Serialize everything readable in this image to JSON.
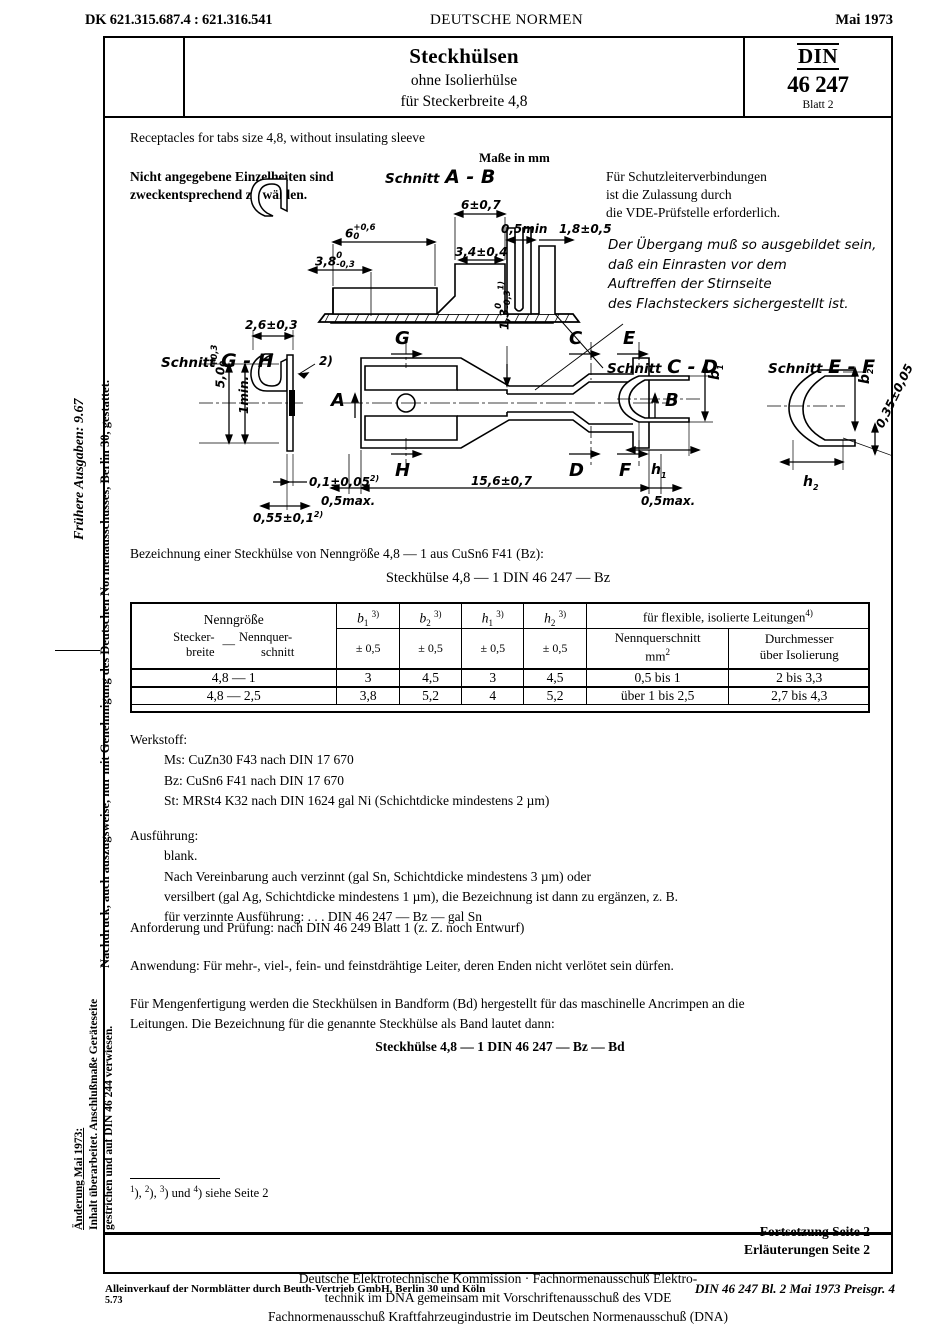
{
  "header": {
    "dk": "DK 621.315.687.4 : 621.316.541",
    "standard_body": "DEUTSCHE NORMEN",
    "date": "Mai 1973"
  },
  "titleblock": {
    "title": "Steckhülsen",
    "subtitle1": "ohne Isolierhülse",
    "subtitle2": "für Steckerbreite 4,8",
    "din_label": "DIN",
    "din_number": "46 247",
    "sheet": "Blatt 2"
  },
  "intro": {
    "english": "Receptacles for tabs size 4,8, without insulating sleeve",
    "note_left_l1": "Nicht angegebene Einzelheiten sind",
    "note_left_l2": "zweckentsprechend zu wählen.",
    "units": "Maße in mm",
    "note_right_l1": "Für Schutzleiterverbindungen",
    "note_right_l2": "ist die Zulassung durch",
    "note_right_l3": "die VDE-Prüfstelle erforderlich.",
    "italic_note_l1": "Der Übergang muß so ausgebildet sein,",
    "italic_note_l2": "daß ein Einrasten vor dem",
    "italic_note_l3": "Auftreffen der Stirnseite",
    "italic_note_l4": "des Flachsteckers sichergestellt ist."
  },
  "drawing": {
    "section_ab_word": "Schnitt",
    "section_ab_ids": "A - B",
    "section_gh_word": "Schnitt",
    "section_gh_ids": "G - H",
    "section_cd_word": "Schnitt",
    "section_cd_ids": "C - D",
    "section_ef_word": "Schnitt",
    "section_ef_ids": "E - F",
    "dims": {
      "d_6_07": "6±0,7",
      "d_05min": "0,5min",
      "d_18_05": "1,8±0,5",
      "d_34_04": "3,4±0,4",
      "d_6_plus06": "6",
      "d_6_plus06_up": "+0,6",
      "d_6_plus06_dn": "0",
      "d_38": "3,8",
      "d_38_up": "0",
      "d_38_dn": "-0,3",
      "d_26_03": "2,6±0,3",
      "d_50": "5,0",
      "d_50_up": "+0,3",
      "d_50_dn": "0",
      "d_1min": "1min.",
      "d_01_005": "0,1±0,05",
      "d_055_01": "0,55±0,1",
      "d_13": "1,3",
      "d_13_up": "0",
      "d_13_dn": "-0,3",
      "d_156_07": "15,6±0,7",
      "d_05max_l": "0,5max.",
      "d_05max_r": "0,5max.",
      "d_035_005": "0,35±0,05",
      "b1": "b",
      "b1_sub": "1",
      "b2": "b",
      "b2_sub": "2",
      "h1": "h",
      "h1_sub": "1",
      "h2": "h",
      "h2_sub": "2",
      "fn2": "2)",
      "fn1": "1)"
    },
    "markers": {
      "A": "A",
      "B": "B",
      "C": "C",
      "D": "D",
      "E": "E",
      "F": "F",
      "G": "G",
      "H": "H"
    }
  },
  "designation": {
    "line1": "Bezeichnung einer Steckhülse von Nenngröße 4,8 — 1 aus CuSn6 F41 (Bz):",
    "line2": "Steckhülse 4,8 — 1 DIN 46 247 — Bz"
  },
  "table": {
    "col_nenngroesse": "Nenngröße",
    "col_steckerbreite": "Stecker-",
    "col_steckerbreite2": "breite",
    "col_dash": "—",
    "col_nennquer": "Nennquer-",
    "col_nennquer2": "schnitt",
    "col_b1": "b",
    "col_b1_sub": "1",
    "col_b1_fn": "3)",
    "col_b2": "b",
    "col_b2_sub": "2",
    "col_b2_fn": "3)",
    "col_h1": "h",
    "col_h1_sub": "1",
    "col_h1_fn": "3)",
    "col_h2": "h",
    "col_h2_sub": "2",
    "col_h2_fn": "3)",
    "tol_b1": "± 0,5",
    "tol_b2": "± 0,5",
    "tol_h1": "± 0,5",
    "tol_h2": "± 0,5",
    "col_flex": "für flexible, isolierte Leitungen",
    "col_flex_fn": "4)",
    "col_nennquerschnitt": "Nennquerschnitt",
    "col_mm2": "mm",
    "col_mm2_sup": "2",
    "col_durchmesser": "Durchmesser",
    "col_ueber_iso": "über Isolierung",
    "rows": [
      {
        "nenngroesse": "4,8 — 1",
        "b1": "3",
        "b2": "4,5",
        "h1": "3",
        "h2": "4,5",
        "nennquerschnitt": "0,5 bis 1",
        "durchmesser": "2    bis 3,3"
      },
      {
        "nenngroesse": "4,8 — 2,5",
        "b1": "3,8",
        "b2": "5,2",
        "h1": "4",
        "h2": "5,2",
        "nennquerschnitt": "über 1    bis 2,5",
        "durchmesser": "2,7 bis 4,3"
      }
    ]
  },
  "werkstoff": {
    "heading": "Werkstoff:",
    "ms": "Ms: CuZn30 F43 nach DIN 17 670",
    "bz": "Bz: CuSn6 F41 nach DIN 17 670",
    "st": "St:  MRSt4 K32 nach DIN 1624 gal Ni (Schichtdicke mindestens 2 µm)"
  },
  "ausfuehrung": {
    "heading": "Ausführung:",
    "blank": "blank.",
    "l1": "Nach Vereinbarung auch verzinnt (gal Sn, Schichtdicke mindestens 3 µm) oder",
    "l2": "versilbert (gal Ag, Schichtdicke mindestens 1 µm), die Bezeichnung ist dann zu ergänzen, z. B.",
    "l3": "für verzinnte Ausführung: . . . DIN 46 247 — Bz — gal Sn"
  },
  "anforderung": {
    "label": "Anforderung und Prüfung:",
    "text": "nach DIN 46 249 Blatt 1 (z. Z. noch Entwurf)"
  },
  "anwendung": {
    "label": "Anwendung:",
    "text": "Für mehr-, viel-, fein- und feinstdrähtige Leiter, deren Enden nicht verlötet sein dürfen."
  },
  "bandform": {
    "l1": "Für Mengenfertigung werden die Steckhülsen in Bandform (Bd) hergestellt für das maschinelle Ancrimpen an die",
    "l2": "Leitungen. Die Bezeichnung für die genannte Steckhülse als Band lautet dann:",
    "l3": "Steckhülse 4,8 — 1 DIN 46 247 — Bz — Bd"
  },
  "footnotes": {
    "text_a": "1)",
    "text_b": ", ",
    "line": "1), 2), 3) und 4) siehe Seite 2"
  },
  "continuation": {
    "l1": "Fortsetzung Seite 2",
    "l2": "Erläuterungen Seite 2"
  },
  "committee": {
    "l1": "Deutsche Elektrotechnische Kommission · Fachnormenausschuß Elektro-",
    "l2": "technik im DNA gemeinsam mit Vorschriftenausschuß des VDE",
    "l3": "Fachnormenausschuß Kraftfahrzeugindustrie im Deutschen Normenausschuß (DNA)"
  },
  "footer": {
    "left": "Alleinverkauf der Normblätter durch Beuth-Vertrieb GmbH, Berlin 30 und Köln",
    "left_date": "5.73",
    "right": "DIN 46 247 Bl. 2   Mai 1973   Preisgr. 4"
  },
  "sidebar": {
    "frueher": "Frühere Ausgaben: 9.67",
    "nachdruck": "Nachdruck, auch auszugsweise, nur mit Genehmigung des Deutschen Normenausschusses, Berlin 30, gestattet.",
    "aenderung_head": "Änderung Mai 1973:",
    "aenderung_l1": "Inhalt überarbeitet. Anschlußmaße Geräteseite",
    "aenderung_l2": "gestrichen und auf DIN 46 244 verwiesen."
  }
}
